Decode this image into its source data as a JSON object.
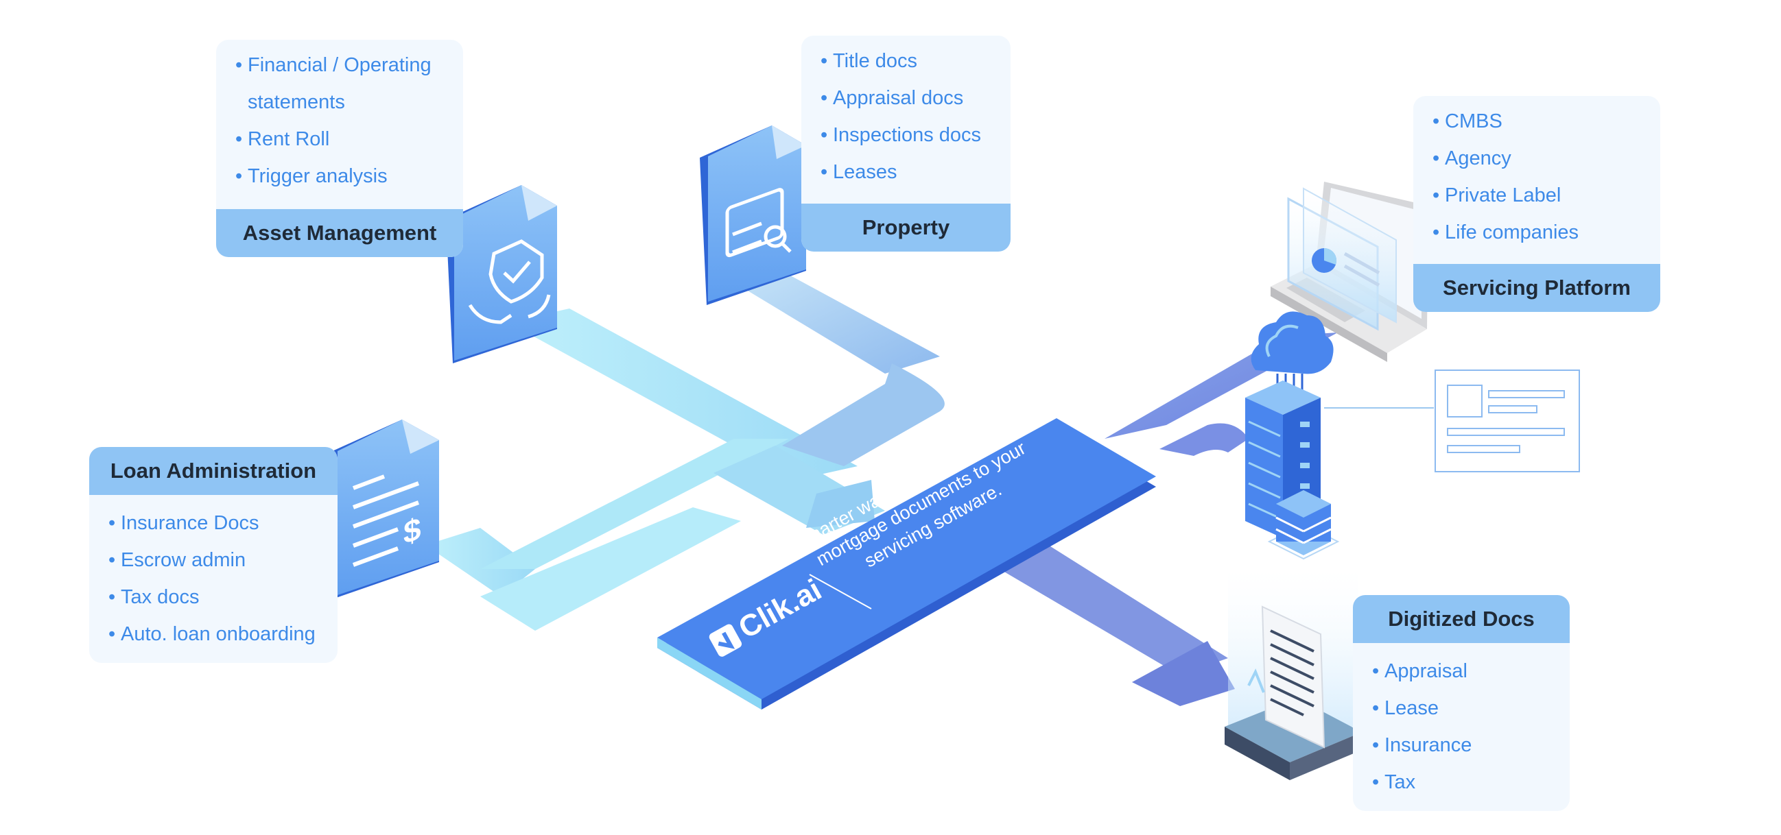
{
  "brand": {
    "logo_text": "Clik.ai",
    "tagline": [
      "Smarter way to move data from",
      "mortgage documents to your",
      "servicing software."
    ]
  },
  "cards": {
    "asset_management": {
      "title": "Asset Management",
      "items": [
        "Financial / Operating",
        "statements",
        "Rent Roll",
        "Trigger analysis"
      ]
    },
    "property": {
      "title": "Property",
      "items": [
        "Title docs",
        "Appraisal docs",
        "Inspections docs",
        "Leases"
      ]
    },
    "servicing_platform": {
      "title": "Servicing Platform",
      "items": [
        "CMBS",
        "Agency",
        "Private Label",
        "Life companies"
      ]
    },
    "loan_administration": {
      "title": "Loan Administration",
      "items": [
        "Insurance Docs",
        "Escrow admin",
        "Tax docs",
        "Auto. loan onboarding"
      ]
    },
    "digitized_docs": {
      "title": "Digitized Docs",
      "items": [
        "Appraisal",
        "Lease",
        "Insurance",
        "Tax"
      ]
    }
  },
  "icons": [
    "shield-hands-icon",
    "magnifier-doc-icon",
    "dollar-doc-icon",
    "laptop-icon",
    "cloud-icon",
    "server-icon",
    "database-icon",
    "digitized-doc-icon"
  ],
  "colors": {
    "accent": "#4a86ee",
    "card_header": "#8fc4f4",
    "card_bg": "#f2f8fe",
    "bullet_text": "#3d8ae8",
    "flow_light": "#aee8f8",
    "flow_dark": "#6a80e0"
  }
}
